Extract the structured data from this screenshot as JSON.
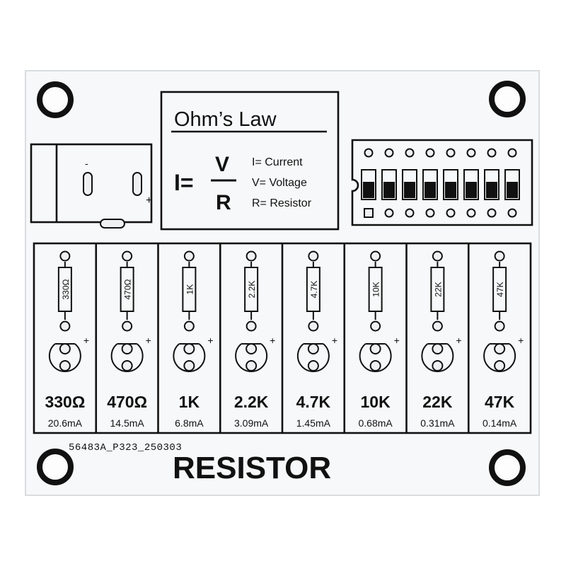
{
  "board": {
    "title": "Ohm’s Law",
    "formula": {
      "lhs": "I=",
      "numerator": "V",
      "denominator": "R"
    },
    "legend": [
      "I= Current",
      "V= Voltage",
      "R= Resistor"
    ],
    "power_plus": "+",
    "power_minus": "-",
    "label": "RESISTOR",
    "part_number": "56483A_P323_250303",
    "dip_switch_count": 8
  },
  "resistors": [
    {
      "body": "330Ω",
      "value": "330Ω",
      "current": "20.6mA"
    },
    {
      "body": "470Ω",
      "value": "470Ω",
      "current": "14.5mA"
    },
    {
      "body": "1K",
      "value": "1K",
      "current": "6.8mA"
    },
    {
      "body": "2.2K",
      "value": "2.2K",
      "current": "3.09mA"
    },
    {
      "body": "4.7K",
      "value": "4.7K",
      "current": "1.45mA"
    },
    {
      "body": "10K",
      "value": "10K",
      "current": "0.68mA"
    },
    {
      "body": "22K",
      "value": "22K",
      "current": "0.31mA"
    },
    {
      "body": "47K",
      "value": "47K",
      "current": "0.14mA"
    }
  ],
  "led_plus": "+"
}
